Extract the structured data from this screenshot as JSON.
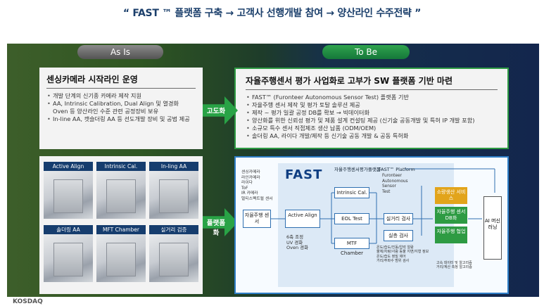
{
  "title": "“ FAST ™ 플랫폼 구축 → 고객사 선행개발 참여 → 양산라인 수주전략 ”",
  "pills": {
    "as_is": "As Is",
    "to_be": "To Be"
  },
  "as_is_box": {
    "heading": "센싱카메라 시작라인 운영",
    "bullets": [
      "개발 단계의 신기종 카메라 제작 지원",
      "AA, Intrinsic Calibration, Dual Align 및 열경화 Oven 등 양산라인 수준 관련 공정장비 보유",
      "In-line AA, 캣슬더링 AA 등 선도개발 장비 및 공법 제공"
    ]
  },
  "to_be_box": {
    "heading": "자율주행센서 평가 사업화로 고부가 SW 플랫폼 기반 마련",
    "bullets": [
      "FAST™ (Furonteer Autonomous Sensor Test) 플랫폼 기반",
      "자율주행 센서 제작 및 평가 토탈 솔루션 제공",
      "제작 ~ 평가 일괄 공정 DB를 확보 → 빅데이터화",
      "양산화를 위한 신뢰성 평가 및 제품 설계 컨설팅 제공 (신기술 공동개발 및 특허 IP 개발 포함)",
      "소규모 특수 센서 직접제조 생산 납품 (ODM/OEM)",
      "솔더링 AA, 라이다 개발/제작 등 신기술 공동 개발 & 공동 특허화"
    ]
  },
  "arrows": {
    "top": "고도화",
    "bottom": "플랫폼화"
  },
  "photos": [
    "Active Align",
    "Intrinsic Cal.",
    "In-ling AA",
    "솔더링 AA",
    "MFT Chamber",
    "실거리 검증"
  ],
  "diagram": {
    "logo": "FAST",
    "platform_title": "자율주행센서평가플랫폼",
    "platform_name": "FAST™ Platform",
    "platform_items": [
      "Furonteer",
      "Autonomous",
      "Sensor",
      "Test"
    ],
    "left_list": [
      "센싱카메라",
      "라인카메라",
      "라이다",
      "ToF",
      "IR 카메라",
      "멀티스펙트럴 센서"
    ],
    "sensor_box": "자율주행 센서",
    "active_align": "Active Align",
    "intrinsic": "Intrinsic Cal.",
    "eol": "EOL Test",
    "mtf": "MTF Chamber",
    "real_distance": "실거리 검사",
    "real_env": "실층 검사",
    "under_align": [
      "6축 조정",
      "UV 경화",
      "Oven 경화"
    ],
    "under_env": [
      "온도/습도/진동/압력 알람",
      "물체/차량/사람 동물 지면/지형 정보",
      "온도/습도 정밀 제어",
      "거리/주파수 범위 검사"
    ],
    "under_env_short": [
      "고속 데이터 및 알고리즘",
      "거리/계산 측정 알고리즘"
    ],
    "green_boxes": [
      "소량생산 서비스",
      "자율주행 센서 DB화",
      "자율주행 협업"
    ],
    "ai": "AI 머신 러닝"
  },
  "logo": "KOSDAQ"
}
